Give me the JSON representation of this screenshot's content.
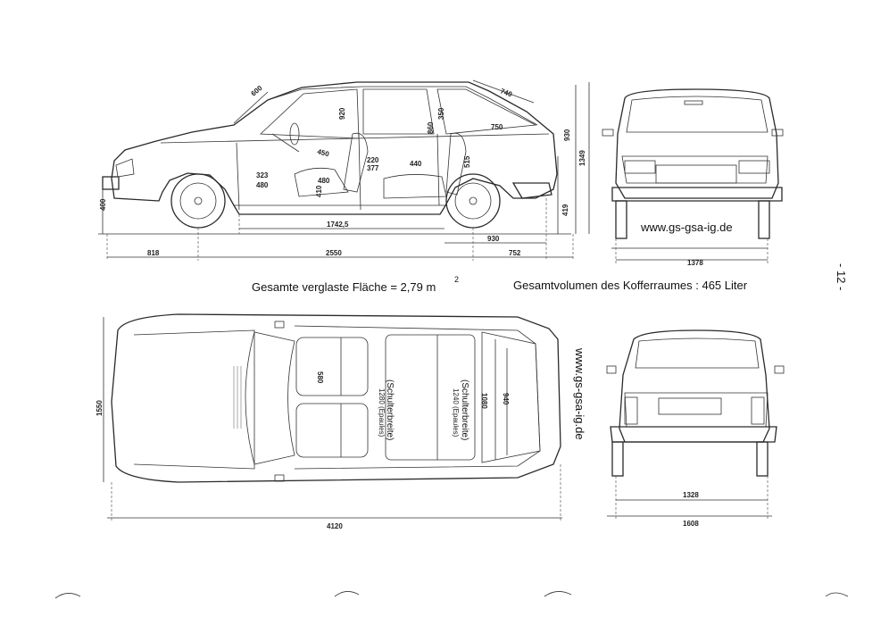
{
  "captions": {
    "glass_area": "Gesamte verglaste Fläche = 2,79 m",
    "glass_area_exp": "2",
    "trunk_volume": "Gesamtvolumen des Kofferraumes : 465 Liter"
  },
  "watermark": {
    "front_view": "www.gs-gsa-ig.de",
    "vertical": "www.gs-gsa-ig.de"
  },
  "page_number": "- 12 -",
  "side_view": {
    "d_600": "600",
    "d_740": "740",
    "d_920": "920",
    "d_350": "350",
    "d_860": "860",
    "d_750": "750",
    "d_450": "450",
    "d_220": "220",
    "d_377": "377",
    "d_440": "440",
    "d_323": "323",
    "d_480a": "480",
    "d_480b": "480",
    "d_410": "410",
    "d_515": "515",
    "d_930v": "930",
    "d_1349": "1349",
    "d_419": "419",
    "d_400": "400",
    "d_1742": "1742,5",
    "d_930h": "930",
    "d_818": "818",
    "d_2550": "2550",
    "d_752": "752"
  },
  "front_view": {
    "d_1378": "1378"
  },
  "top_view": {
    "d_1550": "1550",
    "d_580": "580",
    "d_1280": "1280 (Epaules)",
    "d_1280b": "(Schulterbreite)",
    "d_1240": "1240 (Epaules)",
    "d_1240b": "(Schulterbreite)",
    "d_1080": "1080",
    "d_940": "940",
    "d_4120": "4120"
  },
  "rear_view": {
    "d_1328": "1328",
    "d_1608": "1608"
  }
}
